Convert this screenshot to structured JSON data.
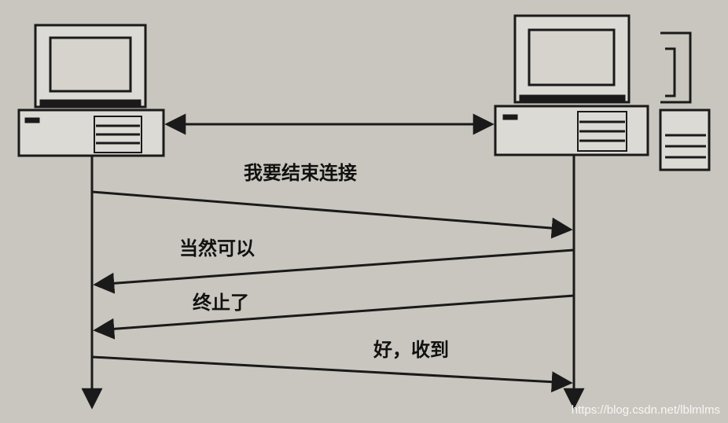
{
  "diagram": {
    "nodes": [
      {
        "id": "client",
        "name": "left-computer"
      },
      {
        "id": "server",
        "name": "right-computer"
      }
    ],
    "messages": [
      {
        "from": "client",
        "to": "server",
        "label": "我要结束连接"
      },
      {
        "from": "server",
        "to": "client",
        "label": "当然可以"
      },
      {
        "from": "server",
        "to": "client",
        "label": "终止了"
      },
      {
        "from": "client",
        "to": "server",
        "label": "好，收到"
      }
    ]
  },
  "watermark": "https://blog.csdn.net/lblmlms",
  "colors": {
    "background": "#c9c6bf",
    "stroke": "#1a1a1a",
    "screen": "#dcdad4"
  }
}
